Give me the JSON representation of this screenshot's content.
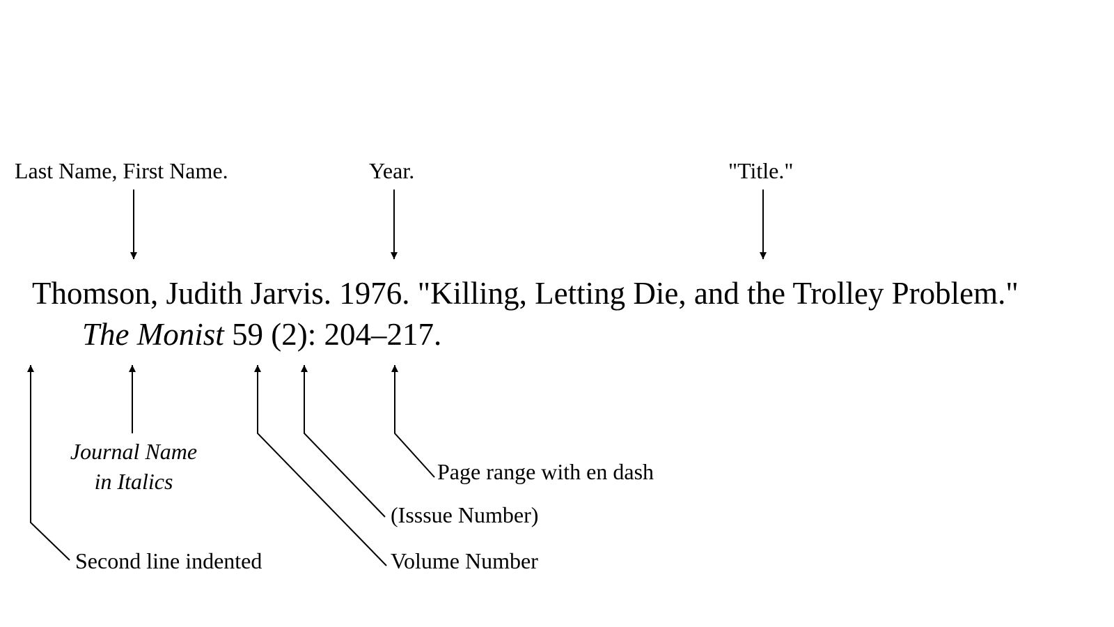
{
  "labels": {
    "name": "Last Name, First Name.",
    "year": "Year.",
    "title": "\"Title.\"",
    "journal_line1": "Journal Name",
    "journal_line2": "in Italics",
    "pages": "Page range with en dash",
    "issue": "(Isssue Number)",
    "volume": "Volume Number",
    "indent": "Second line indented"
  },
  "citation": {
    "line1": "Thomson, Judith Jarvis. 1976. \"Killing, Letting Die, and the Trolley Problem.\"",
    "journal": "The Monist",
    "details": " 59 (2): 204–217."
  }
}
